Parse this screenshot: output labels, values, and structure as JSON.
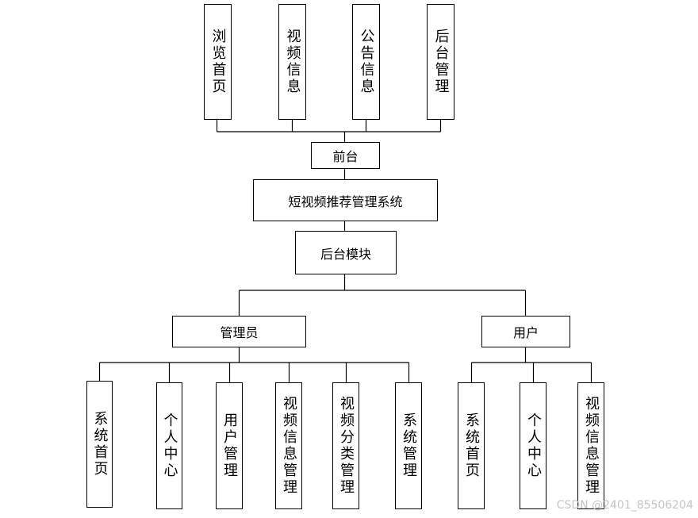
{
  "diagram": {
    "front_modules": [
      "浏览首页",
      "视频信息",
      "公告信息",
      "后台管理"
    ],
    "front_label": "前台",
    "system_title": "短视频推荐管理系统",
    "backend_label": "后台模块",
    "roles": {
      "admin": {
        "label": "管理员",
        "modules": [
          "系统首页",
          "个人中心",
          "用户管理",
          "视频信息管理",
          "视频分类管理",
          "系统管理"
        ]
      },
      "user": {
        "label": "用户",
        "modules": [
          "系统首页",
          "个人中心",
          "视频信息管理"
        ]
      }
    }
  },
  "watermark": "CSDN @2401_85506204"
}
